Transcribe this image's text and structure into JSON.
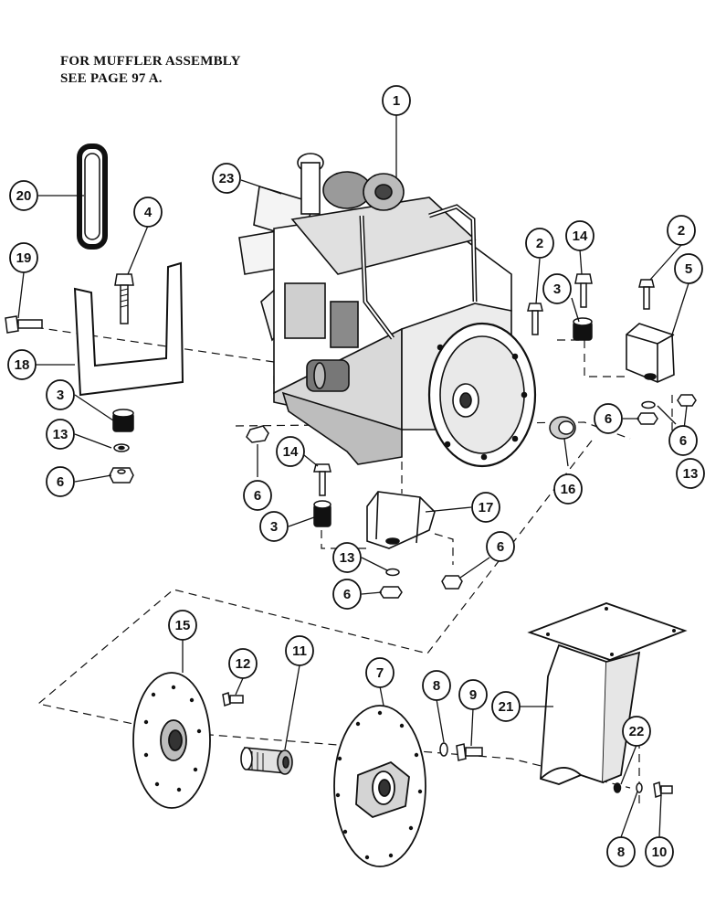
{
  "note": {
    "line1": "FOR MUFFLER ASSEMBLY",
    "line2": "SEE PAGE 97 A."
  },
  "callouts": [
    "1",
    "2",
    "2",
    "3",
    "3",
    "3",
    "4",
    "5",
    "6",
    "6",
    "6",
    "6",
    "6",
    "6",
    "7",
    "8",
    "8",
    "9",
    "10",
    "11",
    "12",
    "13",
    "13",
    "13",
    "14",
    "14",
    "15",
    "16",
    "17",
    "18",
    "19",
    "20",
    "21",
    "22",
    "23"
  ],
  "parts": [
    {
      "id": "engine-assembly",
      "callout": "1"
    },
    {
      "id": "fan-blade",
      "callout": "23"
    },
    {
      "id": "fan-belt",
      "callout": "20"
    },
    {
      "id": "front-support-bracket",
      "callout": "18"
    },
    {
      "id": "flexplate-disc",
      "callout": "15"
    },
    {
      "id": "drive-shaft-coupler",
      "callout": "11"
    },
    {
      "id": "flywheel-adapter-plate",
      "callout": "7"
    },
    {
      "id": "rear-mount-bracket",
      "callout": "21"
    },
    {
      "id": "side-mount-bracket",
      "callout": "5"
    },
    {
      "id": "center-mount-bracket",
      "callout": "17"
    },
    {
      "id": "spacer-bushing",
      "callout": "16"
    }
  ],
  "colors": {
    "ink": "#111111",
    "paper": "#ffffff",
    "shade": "#555555"
  }
}
